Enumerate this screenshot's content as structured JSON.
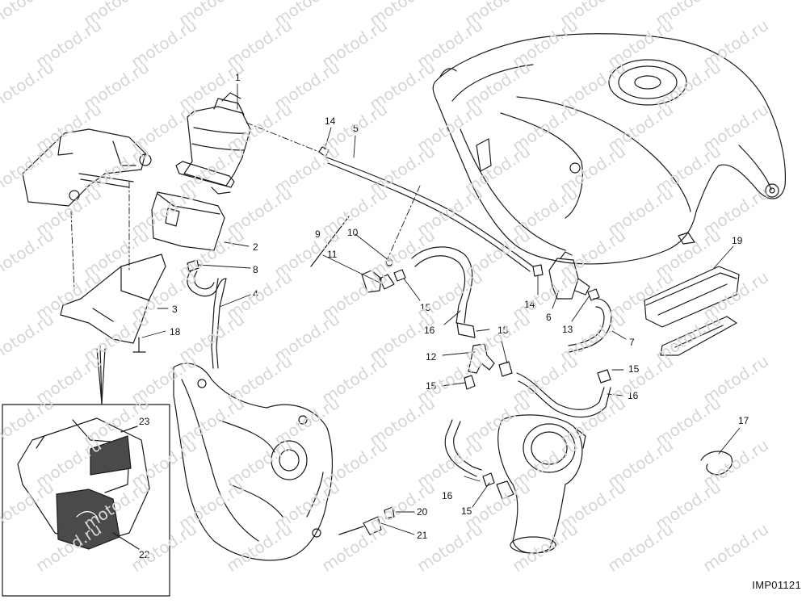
{
  "watermark_text": "motod.ru",
  "drawing_code": "IMP01121",
  "callouts": [
    "1",
    "2",
    "3",
    "4",
    "5",
    "6",
    "7",
    "8",
    "9",
    "10",
    "11",
    "12",
    "13",
    "14",
    "15",
    "16",
    "17",
    "18",
    "19",
    "20",
    "21",
    "22",
    "23"
  ],
  "colors": {
    "line": "#1a1a1a",
    "inset_fill": "#4a4a4a",
    "watermark": "#d6d6d6"
  }
}
